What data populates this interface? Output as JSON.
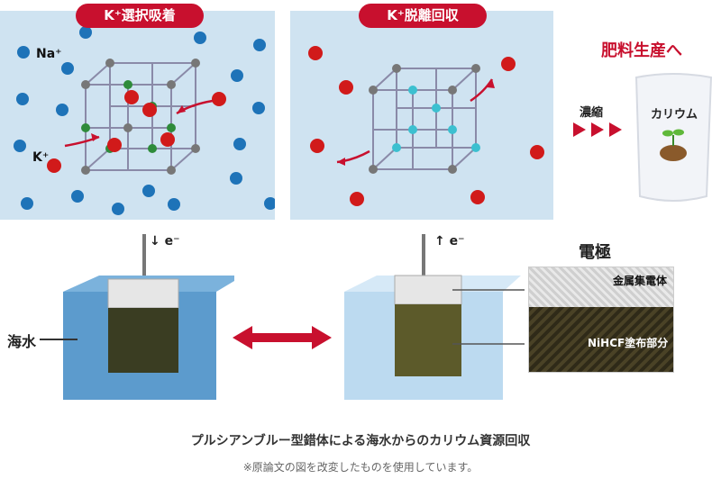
{
  "top_left": {
    "pill_label": "K⁺選択吸着",
    "na_label": "Na⁺",
    "k_label": "K⁺"
  },
  "top_right": {
    "pill_label": "K⁺脱離回収"
  },
  "fertilizer": {
    "title": "肥料生産へ",
    "concentrate_label": "濃縮",
    "bag_label": "カリウム"
  },
  "bottom": {
    "left_electron_label": "↓ e⁻",
    "right_electron_label": "↑ e⁻",
    "seawater_label": "海水",
    "electrode_title": "電極",
    "collector_label": "金属集電体",
    "coating_label": "NiHCF塗布部分"
  },
  "captions": {
    "main": "プルシアンブルー型錯体による海水からのカリウム資源回収",
    "note": "※原論文の図を改変したものを使用しています。"
  },
  "colors": {
    "panel_bg": "#cfe3f1",
    "accent_red": "#c8102e",
    "sodium_blue": "#1e73b8",
    "potassium_red": "#d11a1a",
    "seawater": "#4a90c8",
    "seawater_light": "#bcdaf0",
    "electrode_dark": "#3a3d22"
  },
  "icons": [
    "sodium-ion-icon",
    "potassium-ion-icon",
    "lattice-icon",
    "arrow-icon",
    "sprout-icon",
    "bag-icon"
  ]
}
